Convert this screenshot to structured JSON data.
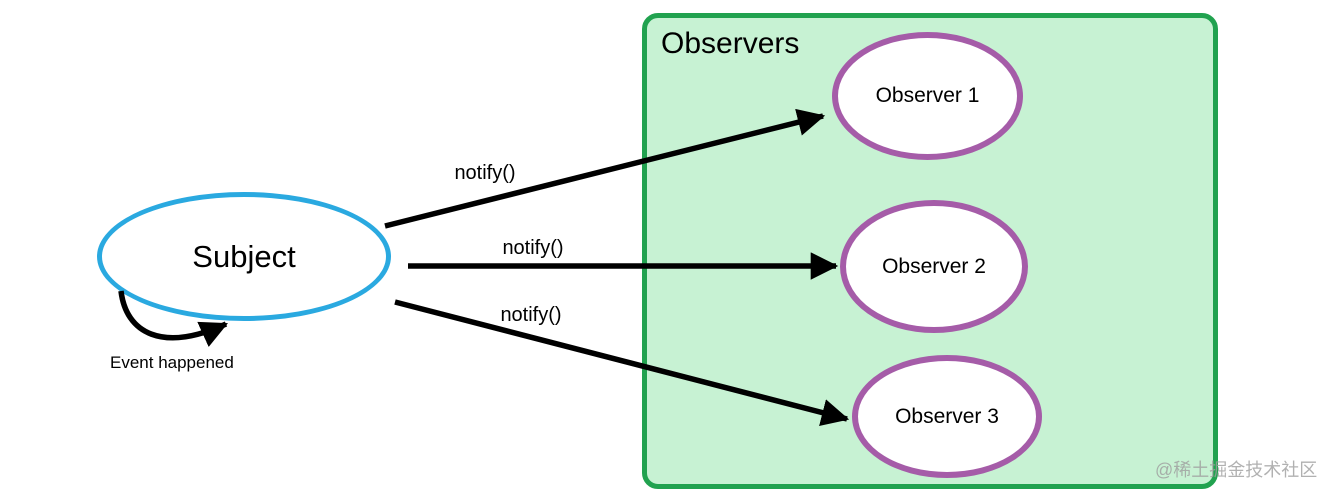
{
  "diagram": {
    "title_hint": "Observer pattern diagram",
    "subject": {
      "label": "Subject"
    },
    "self_loop": {
      "label": "Event happened"
    },
    "observers_box": {
      "title": "Observers"
    },
    "observers": [
      {
        "label": "Observer 1"
      },
      {
        "label": "Observer 2"
      },
      {
        "label": "Observer 3"
      }
    ],
    "arrows": [
      {
        "label": "notify()",
        "from": "Subject",
        "to": "Observer 1"
      },
      {
        "label": "notify()",
        "from": "Subject",
        "to": "Observer 2"
      },
      {
        "label": "notify()",
        "from": "Subject",
        "to": "Observer 3"
      }
    ],
    "watermark": "@稀土掘金技术社区",
    "colors": {
      "subject_border": "#2aa9e0",
      "box_border": "#21a24f",
      "box_fill": "#c7f2d3",
      "observer_border": "#a55ca8",
      "arrow": "#000000",
      "text": "#000000",
      "watermark": "#9e9e9e"
    }
  }
}
